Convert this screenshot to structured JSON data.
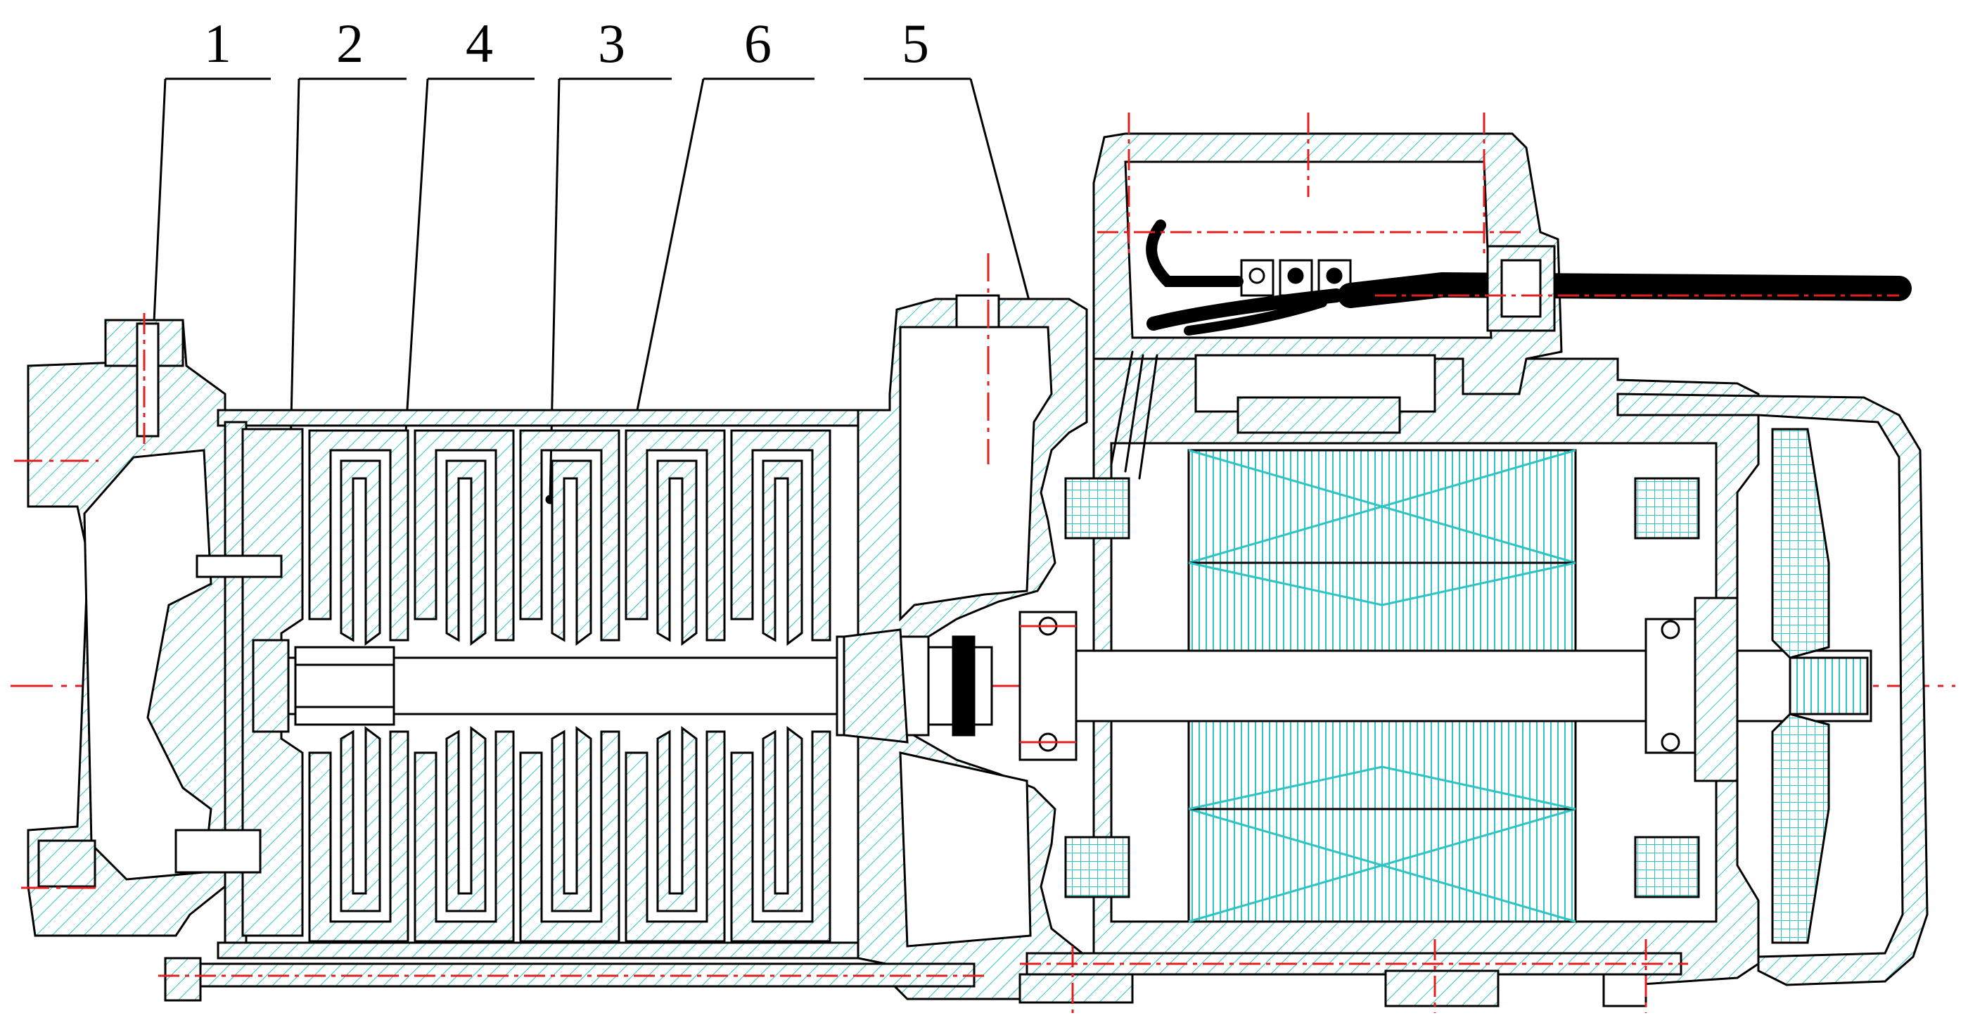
{
  "callouts": {
    "c1": "1",
    "c2": "2",
    "c4": "4",
    "c3": "3",
    "c6": "6",
    "c5": "5"
  },
  "colors": {
    "hatch": "#2fc4c4",
    "outline": "#000000",
    "centerline": "#e02020",
    "cable": "#000000"
  },
  "stages": 5
}
